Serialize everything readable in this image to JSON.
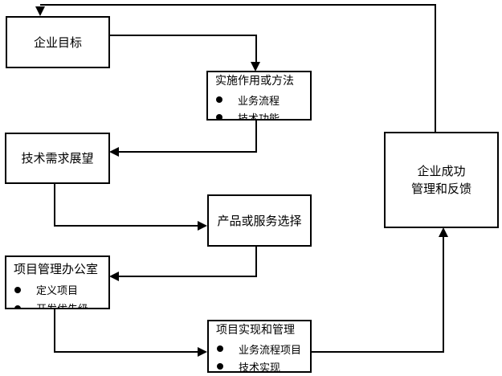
{
  "canvas": {
    "background": "#ffffff",
    "line_color": "#000000"
  },
  "nodes": {
    "goals": {
      "label": "企业目标"
    },
    "methods": {
      "title": "实施作用或方法",
      "bullets": [
        "业务流程",
        "技术功能"
      ]
    },
    "tech": {
      "label": "技术需求展望"
    },
    "product": {
      "label": "产品或服务选择"
    },
    "pmo": {
      "title": "项目管理办公室",
      "bullets": [
        "定义项目",
        "开发优先级"
      ]
    },
    "project": {
      "title": "项目实现和管理",
      "bullets": [
        "业务流程项目",
        "技术实现"
      ]
    },
    "success": {
      "label_line1": "企业成功",
      "label_line2": "管理和反馈"
    }
  }
}
